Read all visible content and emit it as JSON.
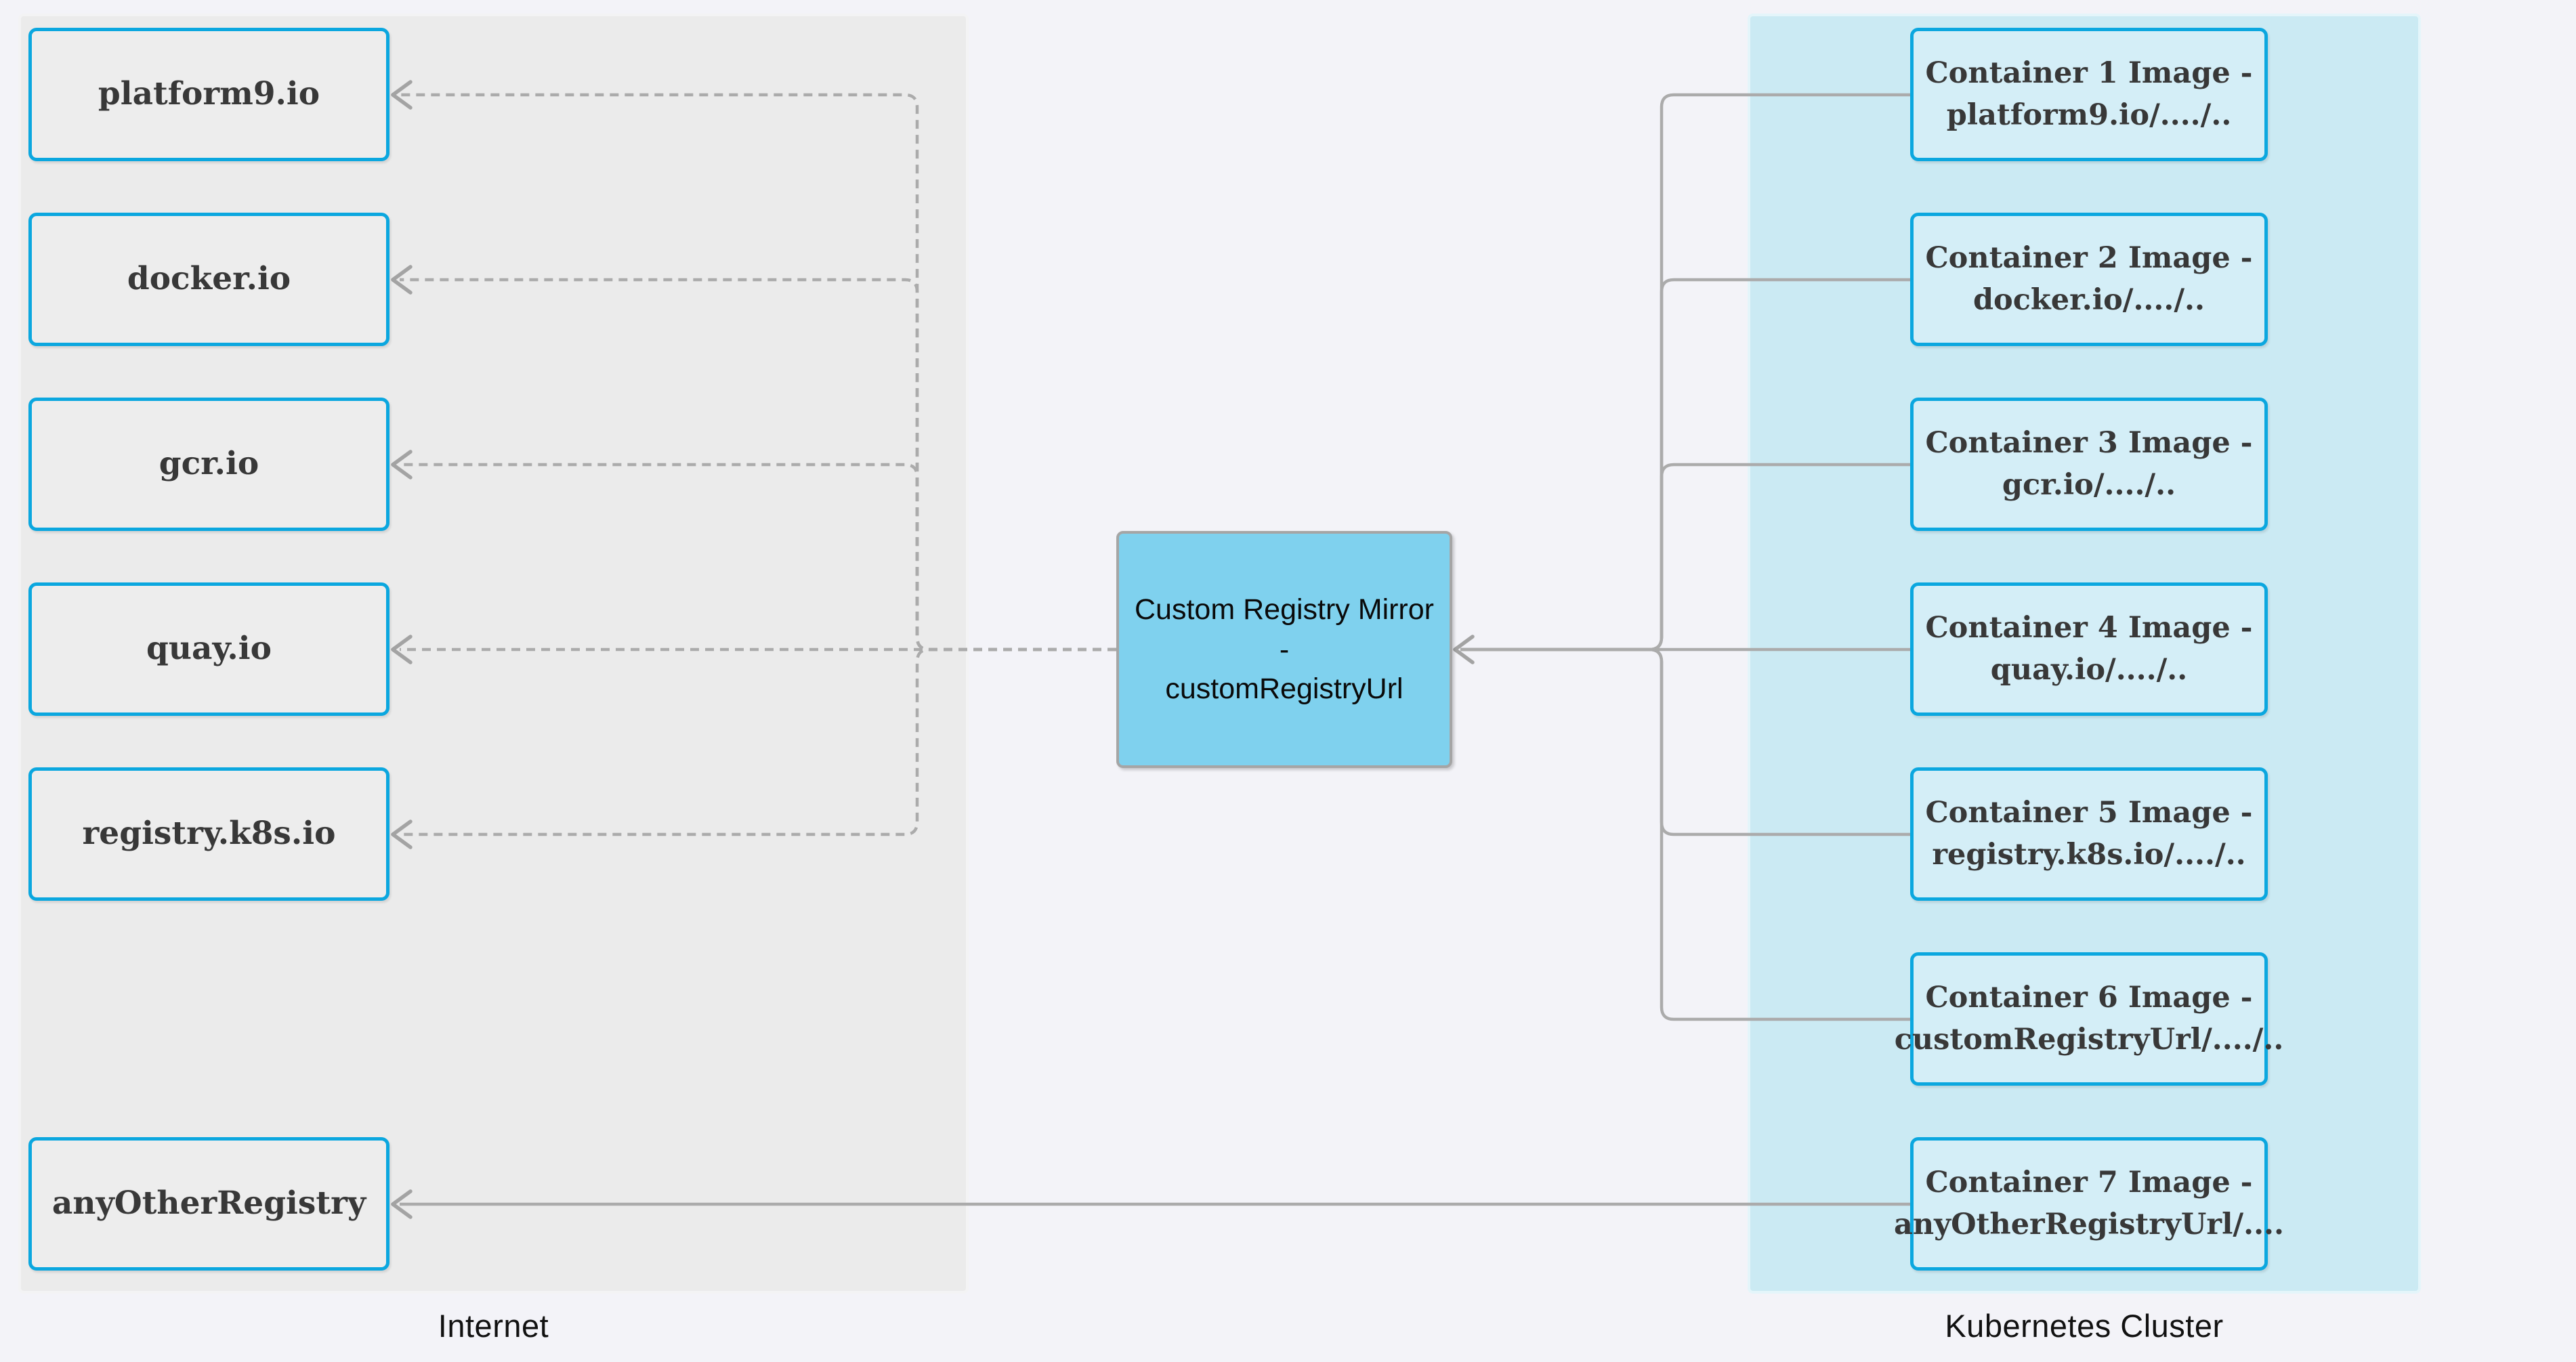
{
  "zones": {
    "internet": {
      "label": "Internet"
    },
    "kubernetes": {
      "label": "Kubernetes Cluster"
    }
  },
  "registries": [
    {
      "label": "platform9.io"
    },
    {
      "label": "docker.io"
    },
    {
      "label": "gcr.io"
    },
    {
      "label": "quay.io"
    },
    {
      "label": "registry.k8s.io"
    },
    {
      "label": "anyOtherRegistry"
    }
  ],
  "mirror": {
    "title": "Custom Registry Mirror",
    "separator": "-",
    "subtitle": "customRegistryUrl"
  },
  "containers": [
    {
      "line1": "Container 1 Image -",
      "line2": "platform9.io/..../.."
    },
    {
      "line1": "Container 2 Image -",
      "line2": "docker.io/..../.."
    },
    {
      "line1": "Container 3 Image -",
      "line2": "gcr.io/..../.."
    },
    {
      "line1": "Container 4 Image -",
      "line2": "quay.io/..../.."
    },
    {
      "line1": "Container 5 Image -",
      "line2": "registry.k8s.io/..../.."
    },
    {
      "line1": "Container 6 Image -",
      "line2": "customRegistryUrl/..../.."
    },
    {
      "line1": "Container 7 Image -",
      "line2": "anyOtherRegistryUrl/...."
    }
  ],
  "colors": {
    "background": "#F3F3F8",
    "internet_zone_fill": "#EBEBEB",
    "kubernetes_zone_fill": "#CBEAF3",
    "node_border_cyan": "#0BA7DF",
    "mirror_fill": "#7FD1EE",
    "edge_gray": "#ABABAB",
    "node_text": "#383838"
  }
}
